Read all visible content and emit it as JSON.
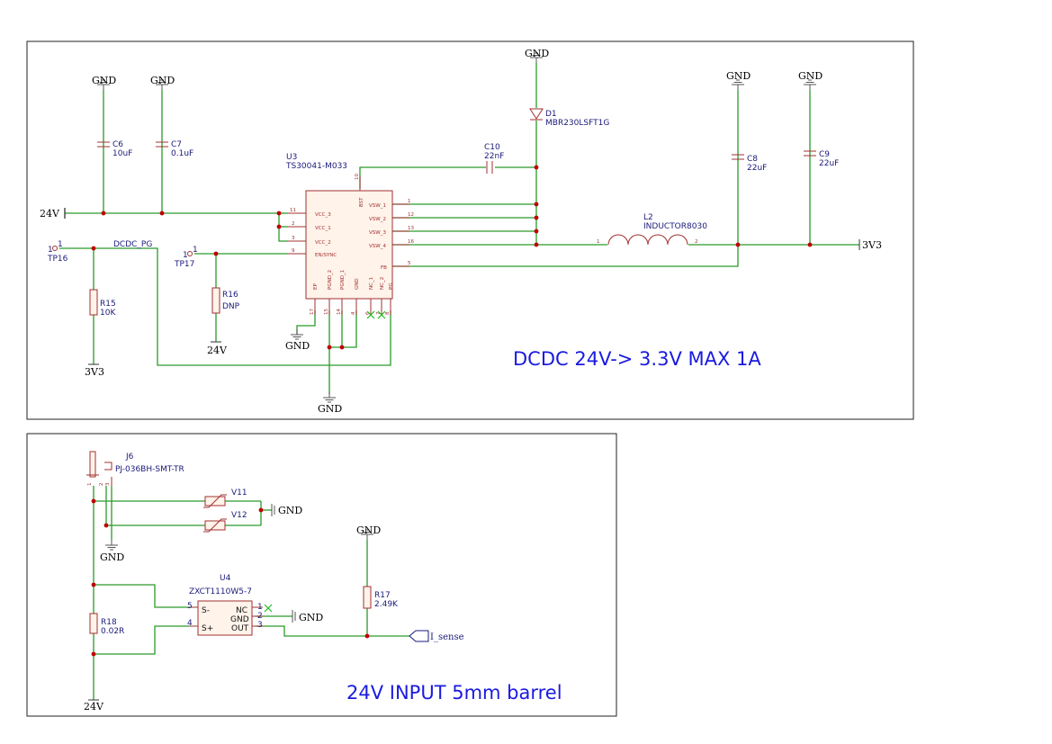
{
  "nets": {
    "gnd": "GND",
    "v24": "24V",
    "v3v3": "3V3",
    "dcdc_pg": "DCDC_PG",
    "i_sense": "I_sense"
  },
  "notes": {
    "dcdc": "DCDC 24V-> 3.3V MAX 1A",
    "input": "24V INPUT 5mm barrel"
  },
  "components": {
    "c6": {
      "ref": "C6",
      "value": "10uF"
    },
    "c7": {
      "ref": "C7",
      "value": "0.1uF"
    },
    "c8": {
      "ref": "C8",
      "value": "22uF"
    },
    "c9": {
      "ref": "C9",
      "value": "22uF"
    },
    "c10": {
      "ref": "C10",
      "value": "22nF"
    },
    "d1": {
      "ref": "D1",
      "value": "MBR230LSFT1G"
    },
    "l2": {
      "ref": "L2",
      "value": "INDUCTOR8030"
    },
    "u3": {
      "ref": "U3",
      "value": "TS30041-M033"
    },
    "r15": {
      "ref": "R15",
      "value": "10K"
    },
    "r16": {
      "ref": "R16",
      "value": "DNP"
    },
    "r17": {
      "ref": "R17",
      "value": "2.49K"
    },
    "r18": {
      "ref": "R18",
      "value": "0.02R"
    },
    "tp16": {
      "ref": "TP16",
      "pin": "1"
    },
    "tp17": {
      "ref": "TP17",
      "pin": "1"
    },
    "j6": {
      "ref": "J6",
      "value": "PJ-036BH-SMT-TR",
      "pins": [
        "1",
        "2",
        "3"
      ]
    },
    "v11": {
      "ref": "V11"
    },
    "v12": {
      "ref": "V12"
    },
    "u4": {
      "ref": "U4",
      "value": "ZXCT1110W5-7"
    }
  },
  "u3_pins": {
    "vcc3": "VCC_3",
    "vcc1": "VCC_1",
    "vcc2": "VCC_2",
    "ensync": "EN/SYNC",
    "bst": "BST",
    "vsw1": "VSW_1",
    "vsw2": "VSW_2",
    "vsw3": "VSW_3",
    "vsw4": "VSW_4",
    "fb": "FB",
    "ep": "EP",
    "pgnd2": "PGND_2",
    "pgnd1": "PGND_1",
    "gnd": "GND",
    "nc1": "NC_1",
    "nc2": "NC_2",
    "pg": "PG",
    "n11": "11",
    "n2": "2",
    "n3": "3",
    "n9": "9",
    "n10": "10",
    "n1": "1",
    "n12": "12",
    "n13": "13",
    "n16": "16",
    "n5": "5",
    "n17": "17",
    "n15": "15",
    "n14": "14",
    "n4": "4",
    "n6": "6",
    "n7": "7",
    "n8": "8"
  },
  "l2_pins": {
    "p1": "1",
    "p2": "2"
  },
  "u4_pins": {
    "sminus": "S-",
    "splus": "S+",
    "nc": "NC",
    "gnd": "GND",
    "out": "OUT",
    "n5": "5",
    "n4": "4",
    "n1": "1",
    "n2": "2",
    "n3": "3"
  }
}
